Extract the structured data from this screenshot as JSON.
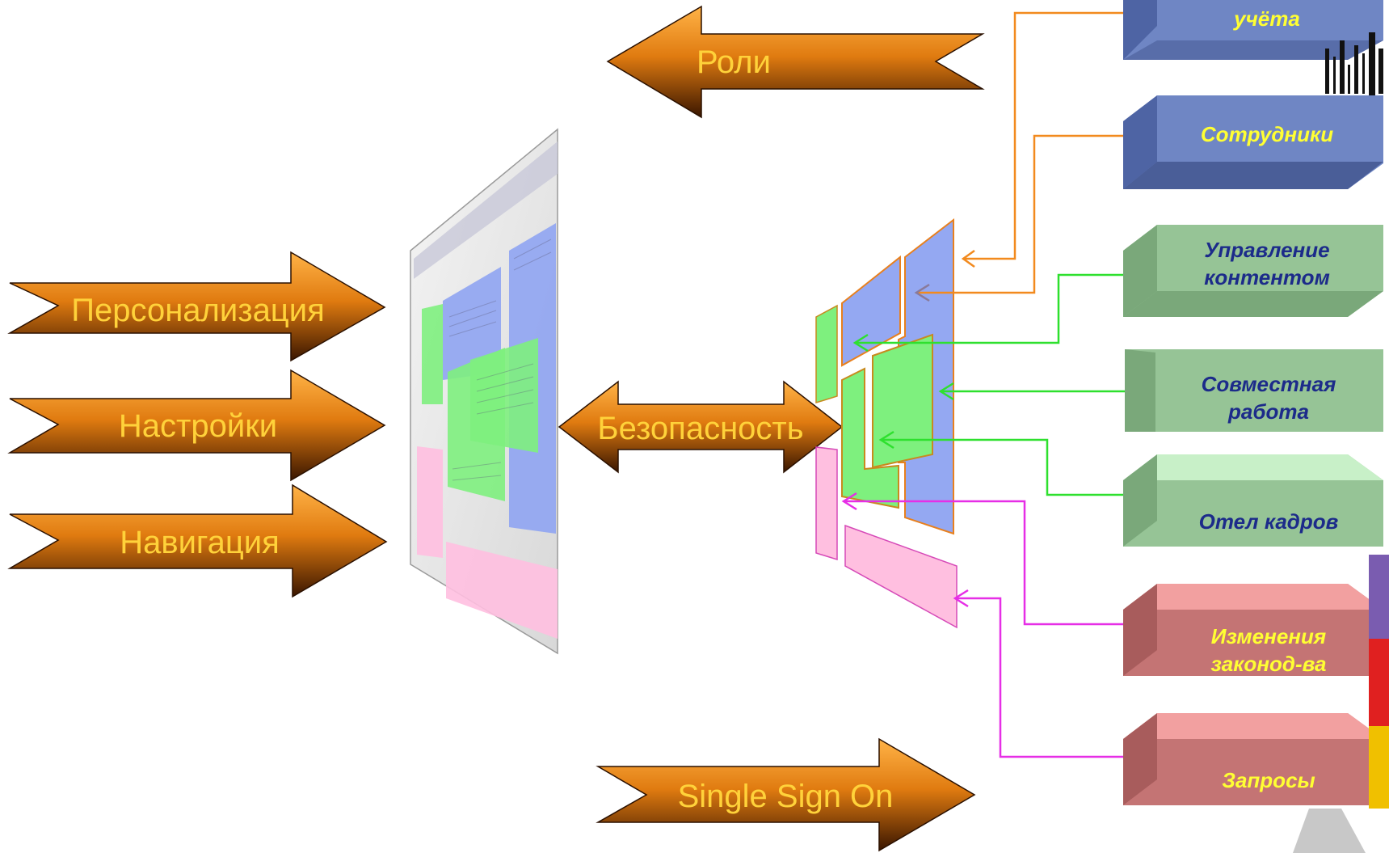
{
  "arrows": {
    "roles": "Роли",
    "personalization": "Персонализация",
    "settings": "Настройки",
    "navigation": "Навигация",
    "security": "Безопасность",
    "sso": "Single Sign On"
  },
  "modules": [
    {
      "id": "accounting",
      "lines": [
        "учёта"
      ],
      "color": "#6f86c4",
      "text_color": "#ffff33"
    },
    {
      "id": "employees",
      "lines": [
        "Сотрудники"
      ],
      "color": "#6f86c4",
      "text_color": "#ffff33"
    },
    {
      "id": "content",
      "lines": [
        "Управление",
        "контентом"
      ],
      "color": "#96c496",
      "text_color": "#1c2b8a"
    },
    {
      "id": "collab",
      "lines": [
        "Совместная",
        "работа"
      ],
      "color": "#96c496",
      "text_color": "#1c2b8a"
    },
    {
      "id": "hr",
      "lines": [
        "Отел кадров"
      ],
      "color": "#b5e3b5",
      "text_color": "#1c2b8a"
    },
    {
      "id": "law",
      "lines": [
        "Изменения",
        "законод-ва"
      ],
      "color": "#e89090",
      "text_color": "#ffff33"
    },
    {
      "id": "queries",
      "lines": [
        "Запросы"
      ],
      "color": "#e89090",
      "text_color": "#ffff33"
    }
  ],
  "colors": {
    "arrow_light": "#f2a23a",
    "arrow_dark": "#5a2600",
    "connector_orange": "#f28a1e",
    "connector_green": "#2ee02e",
    "connector_magenta": "#e62ee6",
    "panel_blue": "#94a8f2",
    "panel_green": "#7ef07e",
    "panel_pink": "#ffbfe0"
  }
}
